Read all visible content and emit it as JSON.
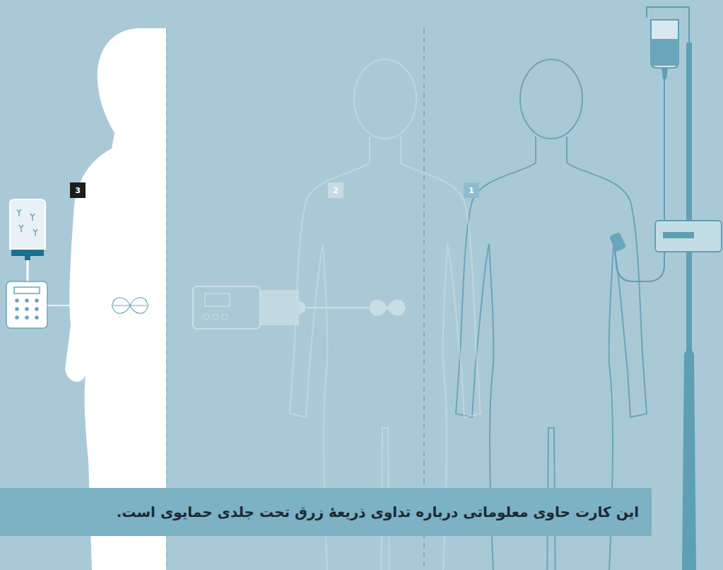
{
  "diagram": {
    "nodes": [
      {
        "text": [
          "این کارت حاوی معلوماتی درباره تداوی ذریعهٔ زرق تحت جلدی حمایوی است."
        ]
      }
    ],
    "labels": [
      "3",
      "2",
      "1"
    ]
  }
}
